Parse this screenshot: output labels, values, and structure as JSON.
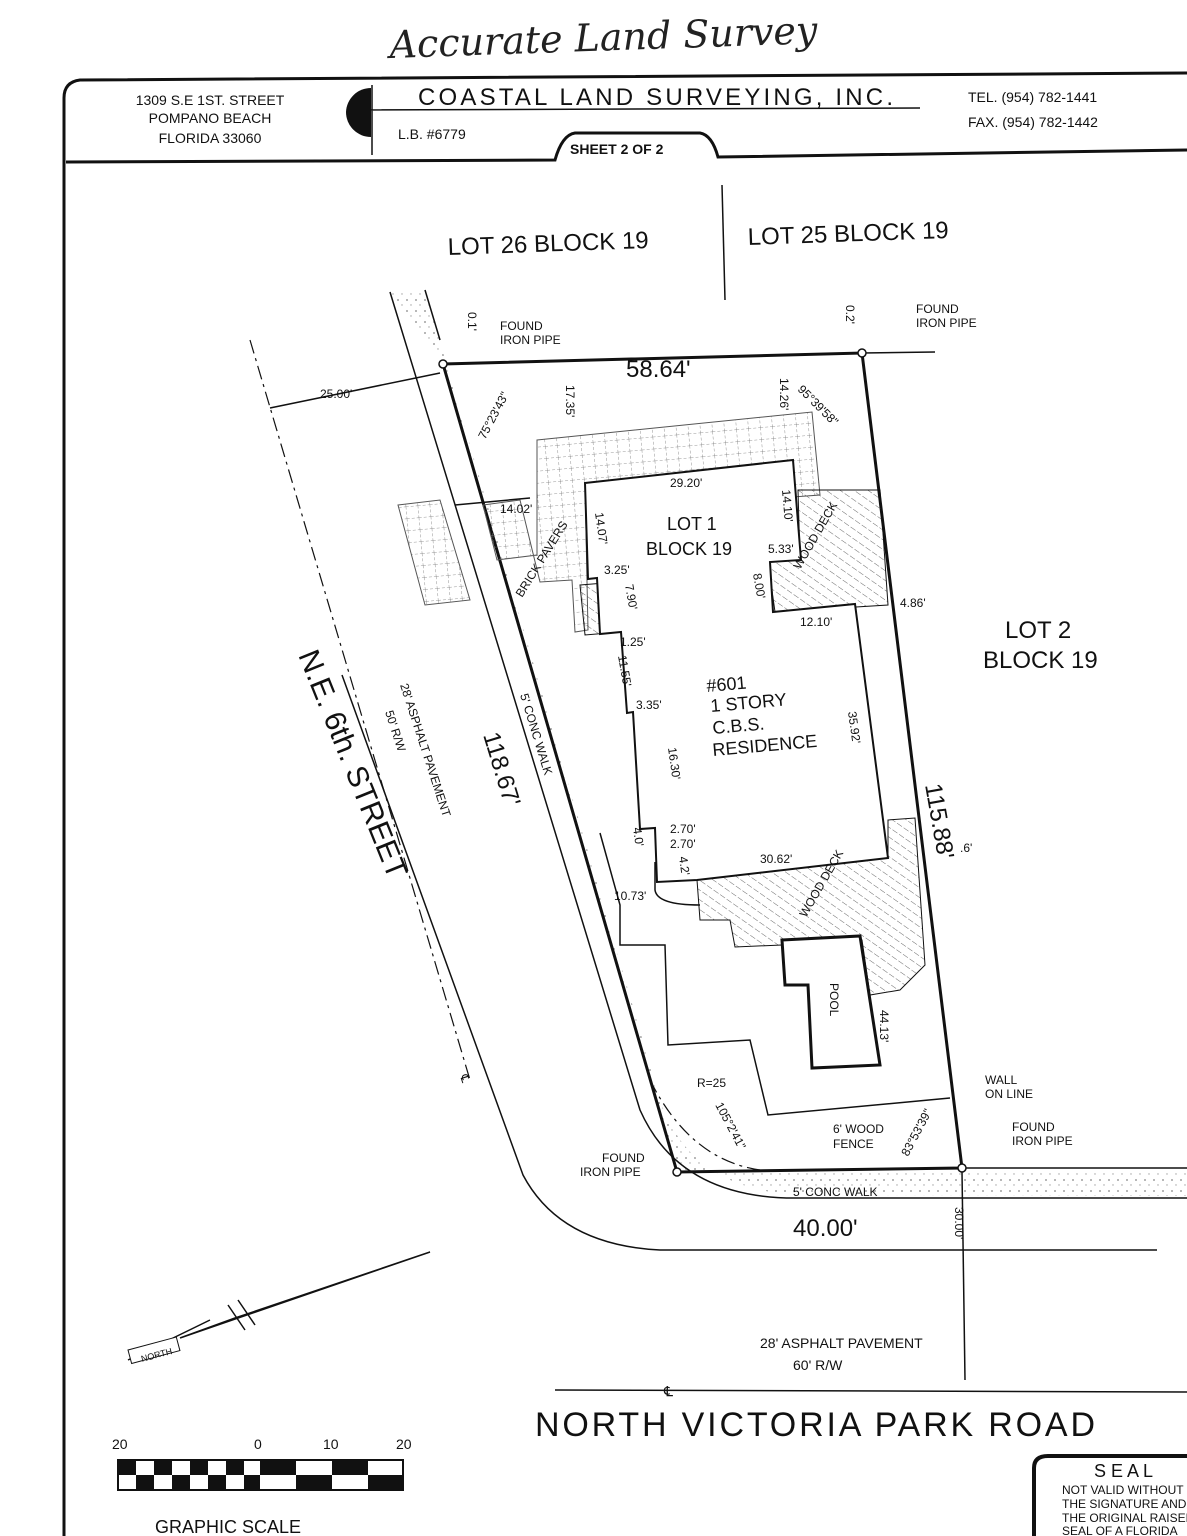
{
  "handwritten_note": "Accurate Land Survey",
  "header": {
    "address": [
      "1309 S.E 1ST. STREET",
      "POMPANO BEACH",
      "FLORIDA 33060"
    ],
    "company": "COASTAL LAND SURVEYING, INC.",
    "license": "L.B. #6779",
    "sheet": "SHEET 2 OF 2",
    "tel": "TEL. (954) 782-1441",
    "fax": "FAX. (954) 782-1442"
  },
  "plat": {
    "adjacent": {
      "lot26": "LOT 26 BLOCK 19",
      "lot25": "LOT 25 BLOCK 19",
      "lot2": [
        "LOT 2",
        "BLOCK 19"
      ]
    },
    "subject_lot": [
      "LOT 1",
      "BLOCK 19"
    ],
    "residence": [
      "#601",
      "1 STORY",
      "C.B.S.",
      "RESIDENCE"
    ],
    "labels": {
      "found_nw": [
        "FOUND",
        "IRON PIPE"
      ],
      "found_ne": [
        "FOUND",
        "IRON PIPE"
      ],
      "found_se": [
        "FOUND",
        "IRON PIPE"
      ],
      "found_sw": [
        "FOUND",
        "IRON PIPE"
      ],
      "wall": [
        "WALL",
        "ON LINE"
      ],
      "fence": [
        "6' WOOD",
        "FENCE"
      ],
      "brick": "BRICK PAVERS",
      "deck1": "WOOD DECK",
      "deck2": "WOOD DECK",
      "pool": "POOL",
      "walk_w": "5' CONC WALK",
      "walk_s": "5' CONC WALK",
      "radius": "R=25"
    },
    "dims": {
      "north": "58.64'",
      "east": "115.88'",
      "west": "118.67'",
      "south": "40.00'",
      "d01": "0.1'",
      "d02": "0.2'",
      "d2500": "25.00'",
      "d1735": "17.35'",
      "d1426": "14.26'",
      "d2920": "29.20'",
      "d1402": "14.02'",
      "d1407": "14.07'",
      "d1410": "14.10'",
      "d533": "5.33'",
      "d325": "3.25'",
      "d790": "7.90'",
      "d800": "8.00'",
      "d486": "4.86'",
      "d1210": "12.10'",
      "d125": "1.25'",
      "d1155": "11.55'",
      "d335": "3.35'",
      "d3592": "35.92'",
      "d1630": "16.30'",
      "d270a": "2.70'",
      "d270b": "2.70'",
      "d40": "4.0'",
      "d42": "4.2'",
      "d3062": "30.62'",
      "d1073": "10.73'",
      "d4413": "44.13'",
      "d3000": "30.00'",
      "d06": ".6'",
      "a1": "75°23'43\"",
      "a2": "95°39'58\"",
      "a3": "105°2'41\"",
      "a4": "83°53'39\""
    },
    "streets": {
      "ne6": "N.E. 6th. STREET",
      "ne6_pave": "28' ASPHALT PAVEMENT",
      "ne6_rw": "50' R/W",
      "nvp": "NORTH VICTORIA PARK ROAD",
      "nvp_pave": "28' ASPHALT PAVEMENT",
      "nvp_rw": "60' R/W",
      "centerline": "℄"
    },
    "north_label": "NORTH"
  },
  "scale": {
    "ticks": [
      "20",
      "0",
      "10",
      "20"
    ],
    "title": "GRAPHIC SCALE"
  },
  "seal": {
    "title": "S E A L",
    "lines": [
      "NOT VALID WITHOUT",
      "THE SIGNATURE AND",
      "THE ORIGINAL RAISED",
      "SEAL OF A FLORIDA"
    ]
  }
}
